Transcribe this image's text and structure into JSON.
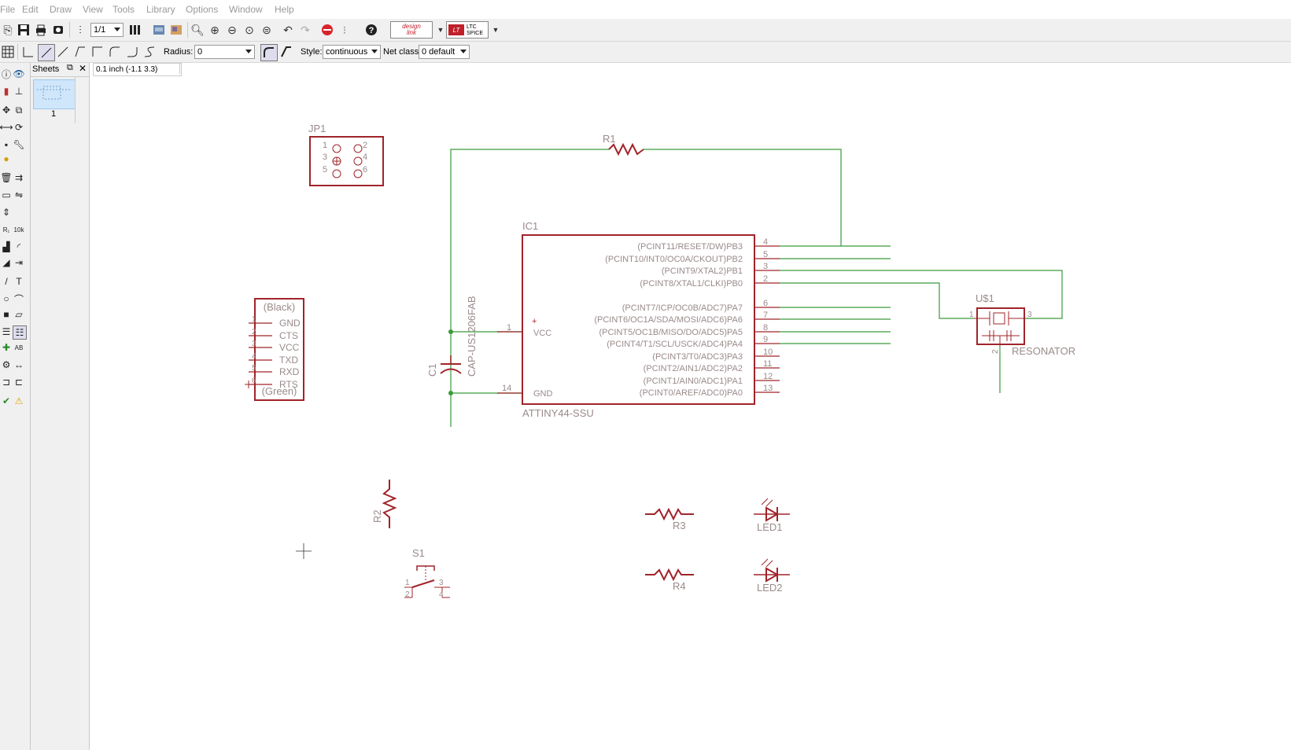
{
  "menu": [
    "File",
    "Edit",
    "Draw",
    "View",
    "Tools",
    "Library",
    "Options",
    "Window",
    "Help"
  ],
  "toolbar": {
    "sheet_select": "1/1",
    "radius_label": "Radius:",
    "radius_value": "0",
    "style_label": "Style:",
    "style_value": "continuous",
    "netclass_label": "Net class:",
    "netclass_value": "0 default",
    "designlink_line1": "design",
    "designlink_line2": "link",
    "ltspice_line1": "LTC",
    "ltspice_line2": "SPICE"
  },
  "sheets_panel": {
    "title": "Sheets",
    "sheet_number": "1"
  },
  "coordinate_readout": "0.1 inch (-1.1 3.3)",
  "colors": {
    "net": "#3a9a3a",
    "part": "#a0242a",
    "label": "#9a8a8a"
  },
  "schematic": {
    "jp1": {
      "name": "JP1",
      "pins": [
        "1",
        "2",
        "3",
        "4",
        "5",
        "6"
      ]
    },
    "r1": {
      "name": "R1"
    },
    "ic1": {
      "name": "IC1",
      "value": "ATTINY44-SSU",
      "pins_right": [
        {
          "label": "(PCINT11/RESET/DW)PB3",
          "num": "4"
        },
        {
          "label": "(PCINT10/INT0/OC0A/CKOUT)PB2",
          "num": "5"
        },
        {
          "label": "(PCINT9/XTAL2)PB1",
          "num": "3"
        },
        {
          "label": "(PCINT8/XTAL1/CLKI)PB0",
          "num": "2"
        },
        {
          "label": "(PCINT7/ICP/OC0B/ADC7)PA7",
          "num": "6"
        },
        {
          "label": "(PCINT6/OC1A/SDA/MOSI/ADC6)PA6",
          "num": "7"
        },
        {
          "label": "(PCINT5/OC1B/MISO/DO/ADC5)PA5",
          "num": "8"
        },
        {
          "label": "(PCINT4/T1/SCL/USCK/ADC4)PA4",
          "num": "9"
        },
        {
          "label": "(PCINT3/T0/ADC3)PA3",
          "num": "10"
        },
        {
          "label": "(PCINT2/AIN1/ADC2)PA2",
          "num": "11"
        },
        {
          "label": "(PCINT1/AIN0/ADC1)PA1",
          "num": "12"
        },
        {
          "label": "(PCINT0/AREF/ADC0)PA0",
          "num": "13"
        }
      ],
      "vcc_label": "VCC",
      "vcc_num": "1",
      "gnd_label": "GND",
      "gnd_num": "14",
      "plus": "+"
    },
    "ftdi": {
      "top": "(Black)",
      "bottom": "(Green)",
      "pins": [
        {
          "label": "GND",
          "num": "1"
        },
        {
          "label": "CTS",
          "num": "2"
        },
        {
          "label": "VCC",
          "num": "3"
        },
        {
          "label": "TXD",
          "num": "4"
        },
        {
          "label": "RXD",
          "num": "5"
        },
        {
          "label": "RTS",
          "num": "6"
        }
      ]
    },
    "c1": {
      "name": "C1",
      "value": "CAP-US1206FAB"
    },
    "u1": {
      "name": "U$1",
      "value": "RESONATOR",
      "pin1": "1",
      "pin2": "2",
      "pin3": "3"
    },
    "r2": {
      "name": "R2"
    },
    "r3": {
      "name": "R3"
    },
    "r4": {
      "name": "R4"
    },
    "led1": {
      "name": "LED1"
    },
    "led2": {
      "name": "LED2"
    },
    "s1": {
      "name": "S1",
      "pins": [
        "1",
        "2",
        "3",
        "4"
      ]
    }
  }
}
